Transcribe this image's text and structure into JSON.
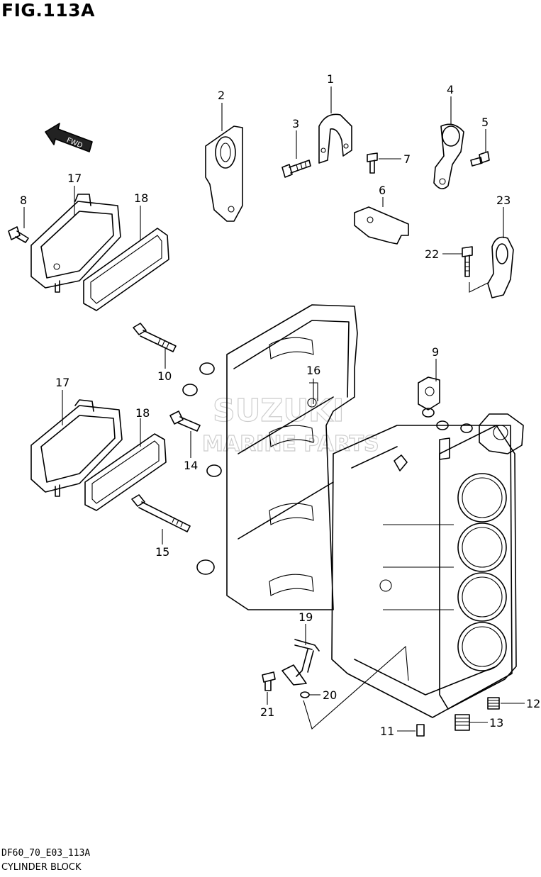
{
  "figure": {
    "title": "FIG.113A",
    "code": "DF60_70_E03_113A",
    "name": "CYLINDER BLOCK"
  },
  "fwd_label": "FWD",
  "watermark": {
    "line1": "SUZUKI",
    "line2": "MARINE PARTS"
  },
  "callouts": [
    "1",
    "2",
    "3",
    "4",
    "5",
    "6",
    "7",
    "8",
    "9",
    "10",
    "11",
    "12",
    "13",
    "14",
    "15",
    "16",
    "17",
    "17",
    "18",
    "18",
    "19",
    "20",
    "21",
    "22",
    "23"
  ]
}
